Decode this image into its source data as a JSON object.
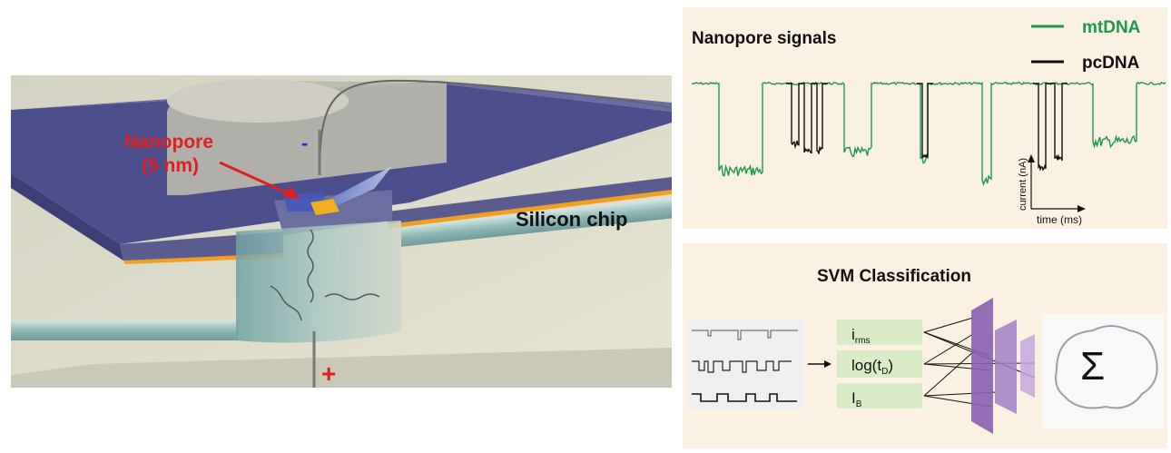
{
  "nanopore_diagram": {
    "nanopore_label": "Nanopore",
    "pore_size_label": "(5 nm)",
    "chip_label": "Silicon chip",
    "negative_electrode": "-",
    "positive_electrode": "+"
  },
  "signals_panel": {
    "title": "Nanopore signals",
    "legend": [
      {
        "name": "mtDNA",
        "color": "#1a9a4a"
      },
      {
        "name": "pcDNA",
        "color": "#111111"
      }
    ],
    "y_axis_label": "current (nA)",
    "x_axis_label": "time (ms)"
  },
  "svm_panel": {
    "title": "SVM Classification",
    "features": [
      {
        "name": "i",
        "subscript": "rms"
      },
      {
        "name": "log(t",
        "subscript": "D",
        "suffix": ")"
      },
      {
        "name": "I",
        "subscript": "B"
      }
    ],
    "sum_symbol": "Σ"
  },
  "colors": {
    "panel_bg": "#fbf1e2",
    "mtDNA": "#1a9a4a",
    "pcDNA": "#111111",
    "feature_box": "#d9ecc6",
    "layer": "#8a5fb0",
    "nanopore_label": "#e02020"
  }
}
